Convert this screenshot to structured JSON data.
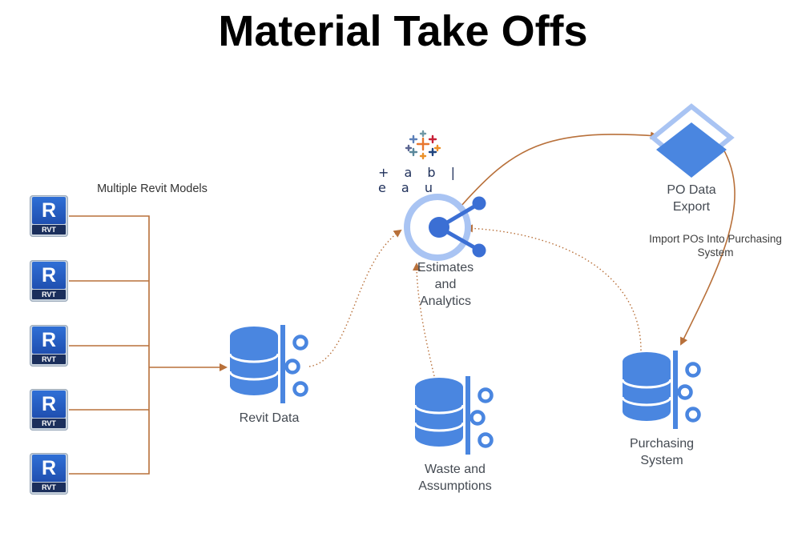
{
  "title": "Material Take Offs",
  "nodes": {
    "revit_models_label": "Multiple Revit Models",
    "rvt_badge_letter": "R",
    "rvt_badge_tag": "RVT",
    "revit_data": "Revit Data",
    "tableau_wordmark": "+ a b | e a u",
    "estimates_line1": "Estimates",
    "estimates_line2": "and",
    "estimates_line3": "Analytics",
    "po_export_line1": "PO Data",
    "po_export_line2": "Export",
    "import_line1": "Import POs Into Purchasing",
    "import_line2": "System",
    "waste_line1": "Waste and",
    "waste_line2": "Assumptions",
    "purchasing_line1": "Purchasing",
    "purchasing_line2": "System"
  },
  "colors": {
    "connector": "#b8703a",
    "database": "#4a86e0",
    "share_icon": "#3b6fd4",
    "ring": "#a9c4f3",
    "stack_dark": "#4a86e0",
    "stack_light": "#a9c4f3"
  },
  "icons": [
    "revit-file-icon",
    "database-icon",
    "share-hub-icon",
    "layers-icon",
    "tableau-logo-icon"
  ]
}
